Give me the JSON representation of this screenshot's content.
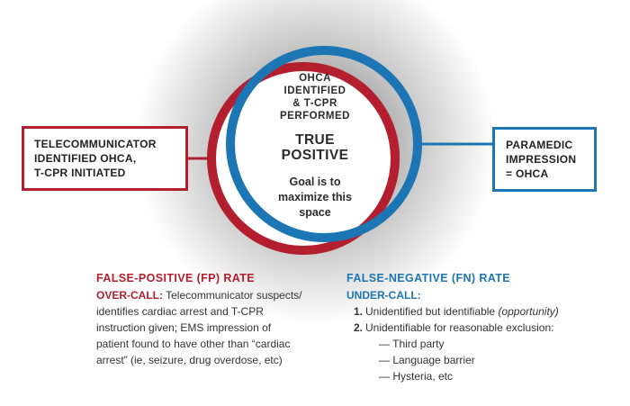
{
  "left_box": {
    "lines": [
      "TELECOMMUNICATOR",
      "IDENTIFIED OHCA,",
      "T-CPR INITIATED"
    ]
  },
  "right_box": {
    "lines": [
      "PARAMEDIC",
      "IMPRESSION",
      "= OHCA"
    ]
  },
  "center": {
    "top_lines": [
      "OHCA",
      "IDENTIFIED",
      "& T-CPR",
      "PERFORMED"
    ],
    "big_lines": [
      "TRUE",
      "POSITIVE"
    ],
    "goal_lines": [
      "Goal is to",
      "maximize this",
      "space"
    ]
  },
  "false_positive": {
    "title": "FALSE-POSITIVE (FP) RATE",
    "label": "OVER-CALL:",
    "first_line": "Telecommunicator suspects/",
    "lines": [
      "identifies cardiac arrest and T-CPR",
      "instruction given; EMS impression of",
      "patient found to have other than “cardiac",
      "arrest” (ie, seizure, drug overdose, etc)"
    ]
  },
  "false_negative": {
    "title": "FALSE-NEGATIVE (FN) RATE",
    "label": "UNDER-CALL:",
    "items": [
      {
        "num": "1.",
        "text": "Unidentified but identifiable ",
        "note": "(opportunity)"
      },
      {
        "num": "2.",
        "text": "Unidentifiable for reasonable exclusion:",
        "note": ""
      }
    ],
    "sub_items": [
      "— Third party",
      "— Language barrier",
      "— Hysteria, etc"
    ]
  },
  "colors": {
    "red": "#b31f2e",
    "blue": "#1d76b4",
    "text": "#2b2b2b"
  }
}
